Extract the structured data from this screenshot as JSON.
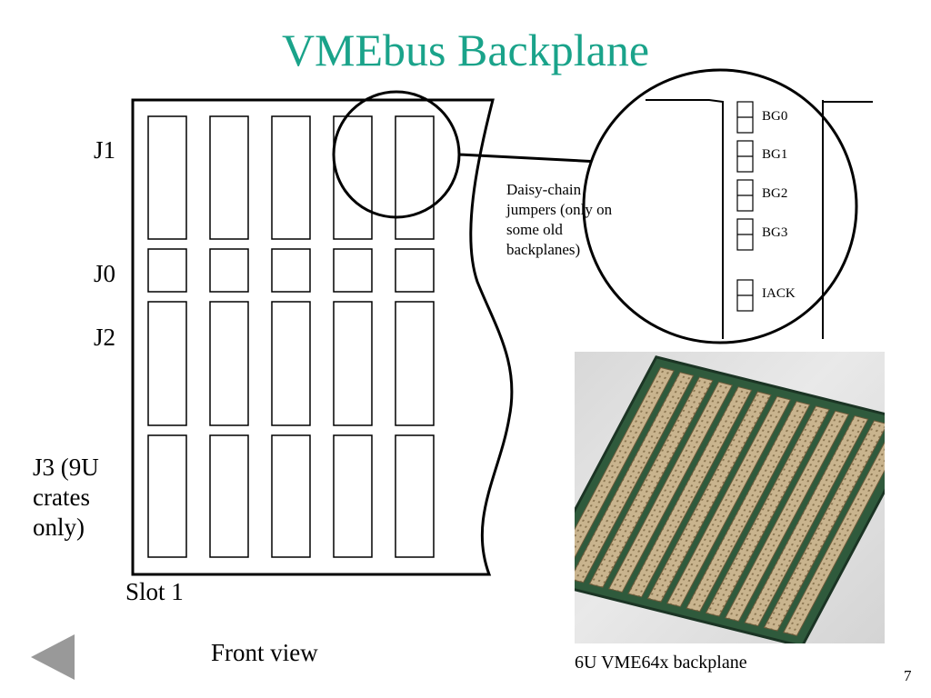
{
  "slide": {
    "title": "VMEbus Backplane",
    "page_number": "7"
  },
  "backplane": {
    "connector_labels": {
      "j1": "J1",
      "j0": "J0",
      "j2": "J2",
      "j3": "J3 (9U crates only)"
    },
    "slot_label": "Slot 1",
    "view_caption": "Front view",
    "slot_count": 5
  },
  "callout": {
    "note": "Daisy-chain jumpers (only on some old backplanes)",
    "jumpers": [
      "BG0",
      "BG1",
      "BG2",
      "BG3",
      "IACK"
    ]
  },
  "photo": {
    "caption": "6U VME64x backplane"
  },
  "colors": {
    "title": "#1aa38a",
    "nav_arrow": "#999999"
  },
  "icons": {
    "nav": "previous-slide-arrow-icon"
  }
}
